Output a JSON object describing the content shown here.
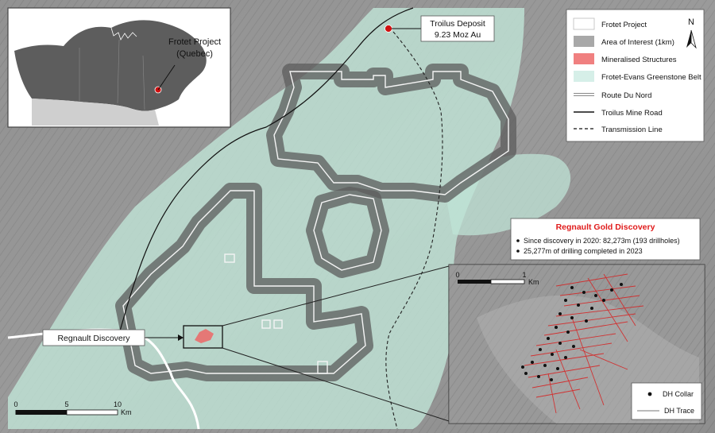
{
  "inset_map": {
    "label_line1": "Frotet Project",
    "label_line2": "(Quebec)"
  },
  "callouts": {
    "troilus_line1": "Troilus Deposit",
    "troilus_line2": "9.23 Moz Au",
    "regnault": "Regnault Discovery"
  },
  "legend": {
    "items": [
      {
        "label": "Frotet Project",
        "color": "#ffffff"
      },
      {
        "label": "Area of Interest (1km)",
        "color": "#a8a8a8"
      },
      {
        "label": "Mineralised Structures",
        "color": "#f08080"
      },
      {
        "label": "Frotet-Evans Greenstone Belt",
        "color": "#d6efe8"
      },
      {
        "label": "Route Du Nord"
      },
      {
        "label": "Troilus Mine Road"
      },
      {
        "label": "Transmission Line"
      }
    ],
    "north_label": "N"
  },
  "info_box": {
    "title": "Regnault Gold Discovery",
    "bullets": [
      "Since discovery in 2020: 82,273m (193 drillholes)",
      "25,277m of drilling completed in 2023"
    ],
    "title_color": "#e01b1b"
  },
  "main_scale": {
    "ticks": [
      "0",
      "5",
      "10"
    ],
    "unit": "Km"
  },
  "detail_scale": {
    "ticks": [
      "0",
      "1"
    ],
    "unit": "Km"
  },
  "detail_legend": {
    "collar_label": "DH Collar",
    "trace_label": "DH Trace"
  },
  "colors": {
    "greenstone": "#bfe3d6",
    "aoi": "#5a5a5a",
    "mineralised": "#f06060",
    "deposit_marker": "#d01010"
  }
}
